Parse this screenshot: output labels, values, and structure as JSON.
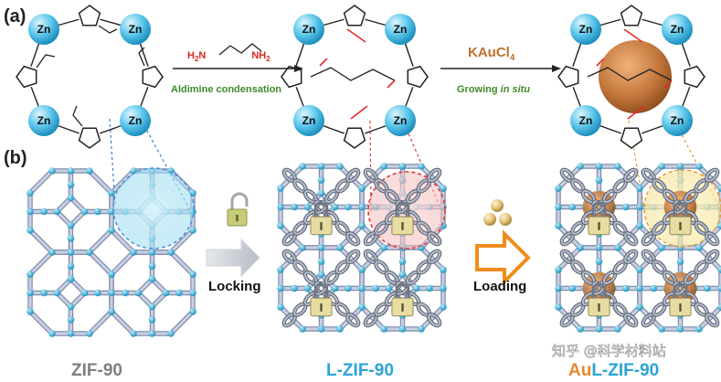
{
  "panels": {
    "a": "(a)",
    "b": "(b)"
  },
  "metal_label": "Zn",
  "step1": {
    "reagent_left": "H",
    "reagent_sub": "2",
    "reagent_mid": "N",
    "reagent_right": "NH",
    "reagent_right_sub": "2",
    "label": "Aldimine condensation"
  },
  "step2": {
    "reagent": "KAuCl",
    "reagent_sub": "4",
    "label_prefix": "Growing ",
    "label_italic": "in situ"
  },
  "stepb1": {
    "label": "Locking"
  },
  "stepb2": {
    "label": "Loading"
  },
  "names": {
    "left": "ZIF-90",
    "middle": "L-ZIF-90",
    "right_prefix": "Au",
    "right_suffix": "L-ZIF-90"
  },
  "watermark": "知乎 @科学材料站",
  "colors": {
    "zn": "#5ec8ec",
    "lattice": "#9aa9c8",
    "node": "#27a9cf",
    "chain": "#7d8596",
    "lock": "#e7dca2",
    "au": "#c9854a",
    "red_n": "#e5292e",
    "green": "#3e8a2a",
    "arrow_gray": "#c9ccd2",
    "arrow_orange": "#f08c1c"
  }
}
